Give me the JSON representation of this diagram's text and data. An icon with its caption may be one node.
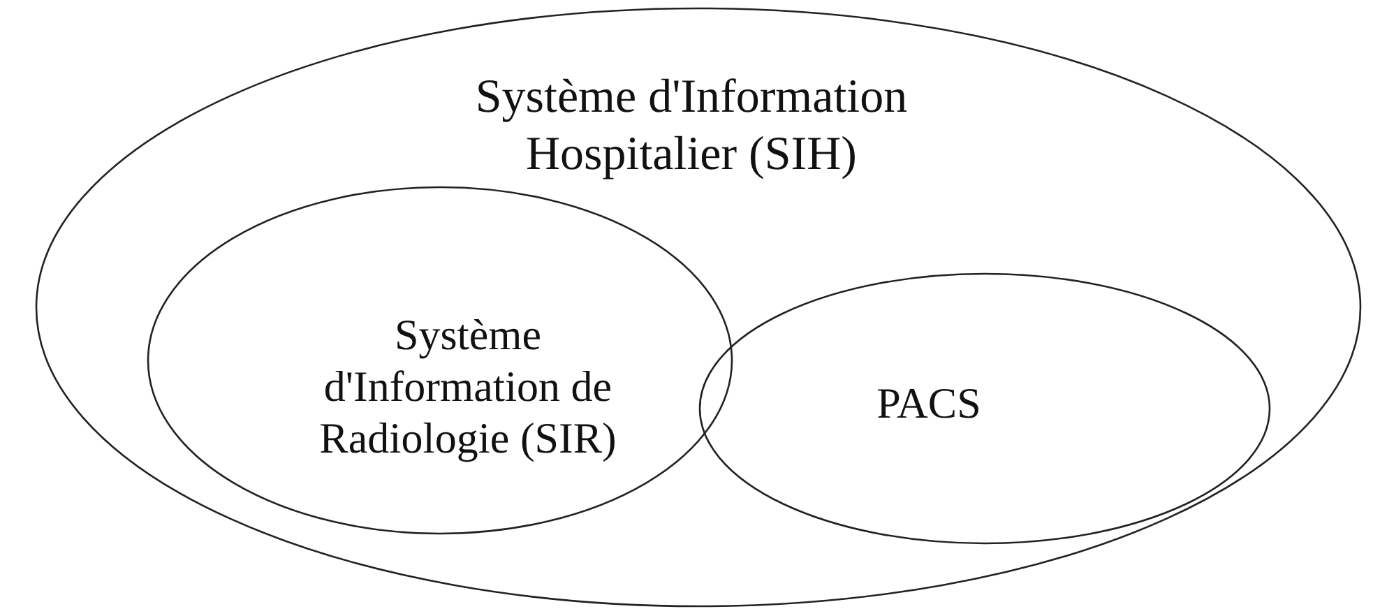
{
  "diagram": {
    "nodes": [
      {
        "text": [
          "Système d'Information Hospitalier (SIH)"
        ]
      },
      {
        "text": [
          "Système d'Information de Radiologie (SIR)"
        ],
        "in": 0
      },
      {
        "text": [
          "PACS"
        ],
        "in": 0
      }
    ]
  }
}
